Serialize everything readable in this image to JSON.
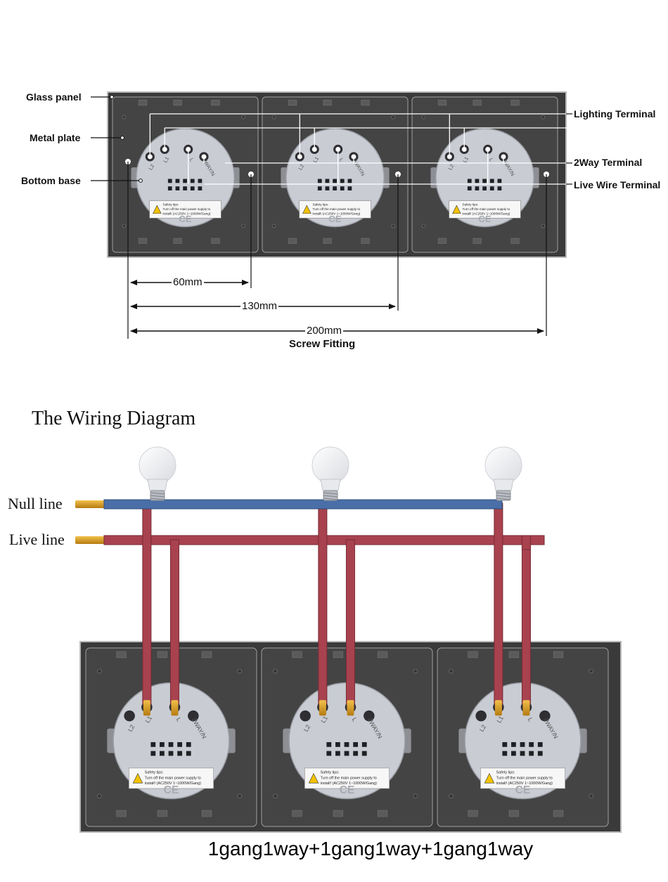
{
  "top": {
    "labels": {
      "glass_panel": "Glass panel",
      "metal_plate": "Metal plate",
      "bottom_base": "Bottom base",
      "lighting_terminal": "Lighting Terminal",
      "two_way_terminal": "2Way Terminal",
      "live_wire_terminal": "Live Wire Terminal"
    },
    "terminals": [
      "L2",
      "L1",
      "L",
      "2WAY/N"
    ],
    "dimensions": [
      "60mm",
      "130mm",
      "200mm"
    ],
    "screw_fitting": "Screw Fitting",
    "safety": {
      "title": "Safety tips:",
      "line1": "Turn off the main power supply to",
      "line2": "install! (AC250V  1~1000W/Gang)"
    },
    "ce": "CE"
  },
  "wiring": {
    "title": "The Wiring Diagram",
    "null_line": "Null line",
    "live_line": "Live line",
    "configuration": "1gang1way+1gang1way+1gang1way",
    "colors": {
      "null_wire": "#4a6fa8",
      "live_wire": "#a8424f",
      "panel": "#3f3f3f",
      "module": "#c9ccd3"
    }
  }
}
